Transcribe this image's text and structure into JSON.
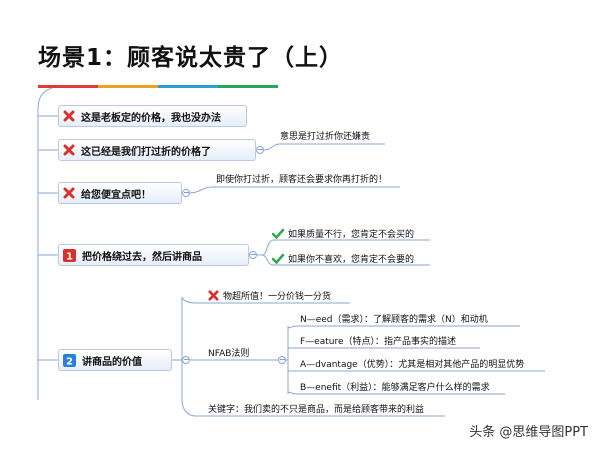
{
  "title": "场景1：顾客说太贵了（上）",
  "accent_colors": [
    "#e03a3a",
    "#f0a020",
    "#2b9fd9",
    "#26a65b"
  ],
  "branches": [
    {
      "label": "这是老板定的价格，我也没办法",
      "icon": "red-x-icon"
    },
    {
      "label": "这已经是我们打过折的价格了",
      "icon": "red-x-icon",
      "note": "意思是打过折你还嫌贵"
    },
    {
      "label": "给您便宜点吧！",
      "icon": "red-x-icon",
      "note": "即使你打过折，顾客还会要求你再打折的！"
    },
    {
      "label": "把价格绕过去，然后讲商品",
      "icon": "number-1-icon",
      "badge": "1",
      "children": [
        {
          "label": "如果质量不行，您肯定不会买的",
          "icon": "green-check-icon"
        },
        {
          "label": "如果你不喜欢，您肯定不会要的",
          "icon": "green-check-icon"
        }
      ]
    },
    {
      "label": "讲商品的价值",
      "icon": "number-2-icon",
      "badge": "2",
      "children": [
        {
          "label": "物超所值！一分价钱一分货",
          "icon": "red-x-icon"
        },
        {
          "label": "NFAB法则",
          "children": [
            {
              "label": "N—eed（需求）：了解顾客的需求（N）和动机"
            },
            {
              "label": "F—eature（特点）：指产品事实的描述"
            },
            {
              "label": "A—dvantage（优势）：尤其是相对其他产品的明显优势"
            },
            {
              "label": "B—enefit（利益）：能够满足客户什么样的需求"
            }
          ]
        },
        {
          "label": "关键字：我们卖的不只是商品，而是给顾客带来的利益"
        }
      ]
    }
  ],
  "watermark": "头条 @思维导图PPT"
}
